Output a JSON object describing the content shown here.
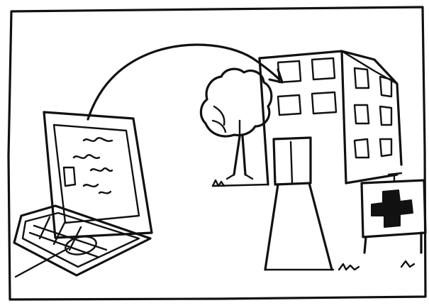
{
  "illustration": {
    "style": "hand-drawn black ink sketch",
    "colors": {
      "ink": "#111111",
      "paper": "#ffffff"
    },
    "elements": [
      "laptop",
      "connection-arrow",
      "tree",
      "building",
      "walkway",
      "medical-cross-sign",
      "grass-tufts"
    ]
  }
}
